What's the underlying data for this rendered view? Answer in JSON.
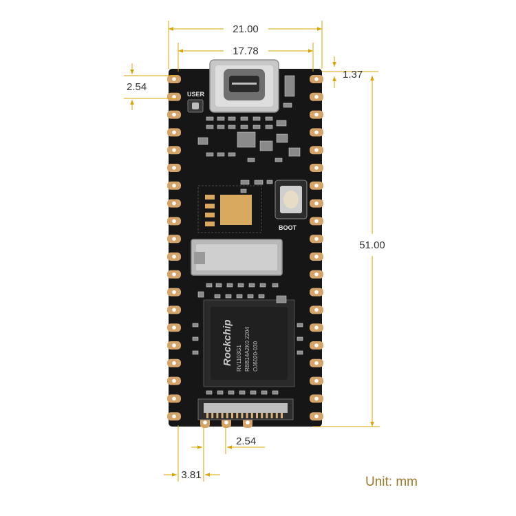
{
  "dimensions": {
    "board_width": "21.00",
    "usb_width": "17.78",
    "edge_offset_top": "1.37",
    "pin_pitch_side": "2.54",
    "board_length": "51.00",
    "pin_pitch_bottom": "2.54",
    "bottom_offset": "3.81"
  },
  "board": {
    "user_label": "USER",
    "boot_label": "BOOT",
    "chip": {
      "brand": "Rockchip",
      "line1": "RV1103G1",
      "line2": "RBB14A2K0  2204",
      "line3": "OJ6020-030"
    }
  },
  "unit_text": "Unit: mm",
  "colors": {
    "dimension_line": "#d9a300",
    "board": "#161616",
    "pad_gold": "#d5a46a"
  }
}
